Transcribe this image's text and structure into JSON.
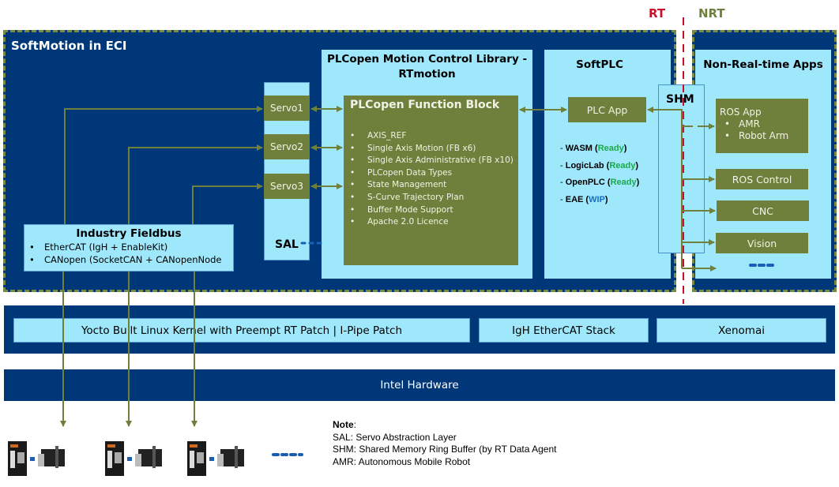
{
  "header": {
    "rt_label": "RT",
    "nrt_label": "NRT"
  },
  "softmotion": {
    "title": "SoftMotion in ECI"
  },
  "sal": {
    "label": "SAL",
    "servos": [
      "Servo1",
      "Servo2",
      "Servo3"
    ]
  },
  "plcopen": {
    "title_line1": "PLCopen Motion Control Library -",
    "title_line2": "RTmotion",
    "fb_title": "PLCopen Function Block",
    "fb_items": [
      "AXIS_REF",
      "Single Axis Motion (FB x6)",
      "Single Axis Administrative (FB x10)",
      "PLCopen Data Types",
      "State Management",
      "S-Curve Trajectory Plan",
      "Buffer Mode Support",
      "Apache 2.0 Licence"
    ]
  },
  "softplc": {
    "title": "SoftPLC",
    "app_label": "PLC App",
    "runtimes": [
      {
        "prefix": "- ",
        "name": "WASM",
        "status": "Ready",
        "status_color": "#1aa84a"
      },
      {
        "prefix": "- ",
        "name": "LogicLab",
        "status": "Ready",
        "status_color": "#1aa84a"
      },
      {
        "prefix": "- ",
        "name": "OpenPLC",
        "status": "Ready",
        "status_color": "#1aa84a"
      },
      {
        "prefix": "- ",
        "name": "EAE",
        "status": "WIP",
        "status_color": "#1a6fc4"
      }
    ]
  },
  "shm": {
    "label": "SHM"
  },
  "nrt": {
    "title": "Non-Real-time Apps",
    "ros_app": {
      "title": "ROS App",
      "items": [
        "AMR",
        "Robot Arm"
      ]
    },
    "apps": [
      "ROS Control",
      "CNC",
      "Vision"
    ]
  },
  "fieldbus": {
    "title": "Industry Fieldbus",
    "items": [
      "EtherCAT (IgH + EnableKit)",
      "CANopen (SocketCAN + CANopenNode"
    ]
  },
  "kernel": {
    "linux": "Yocto Built Linux Kernel with Preempt RT Patch | I-Pipe Patch",
    "igh": "IgH EtherCAT Stack",
    "xenomai": "Xenomai"
  },
  "hardware": {
    "label": "Intel Hardware"
  },
  "note": {
    "title": "Note",
    "lines": [
      "SAL: Servo Abstraction Layer",
      "SHM: Shared Memory Ring Buffer (by RT Data Agent",
      "AMR: Autonomous Mobile Robot"
    ]
  },
  "colors": {
    "navy": "#003778",
    "cyan": "#9fe8fc",
    "olive": "#6f7f3c",
    "rt_red": "#c8102e",
    "nrt_olive": "#6f7f3c",
    "ellipsis_blue": "#1a5fb4"
  }
}
